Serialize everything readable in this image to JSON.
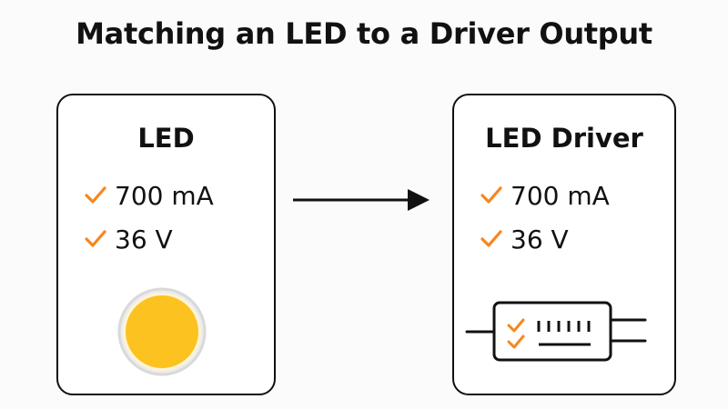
{
  "title": "Matching an LED to a Driver Output",
  "colors": {
    "accent_check": "#f7861e",
    "led_fill": "#fcc21f",
    "led_ring": "#dcdcdc",
    "led_halo": "#fff4d6",
    "stroke": "#111111",
    "background": "#fbfbfb"
  },
  "led_card": {
    "title": "LED",
    "specs": [
      {
        "icon": "check-icon",
        "value": "700 mA"
      },
      {
        "icon": "check-icon",
        "value": "36 V"
      }
    ],
    "illustration": "led-bulb-icon"
  },
  "connector": {
    "icon": "arrow-right-icon"
  },
  "driver_card": {
    "title": "LED Driver",
    "specs": [
      {
        "icon": "check-icon",
        "value": "700 mA"
      },
      {
        "icon": "check-icon",
        "value": "36 V"
      }
    ],
    "illustration": "driver-module-icon"
  }
}
